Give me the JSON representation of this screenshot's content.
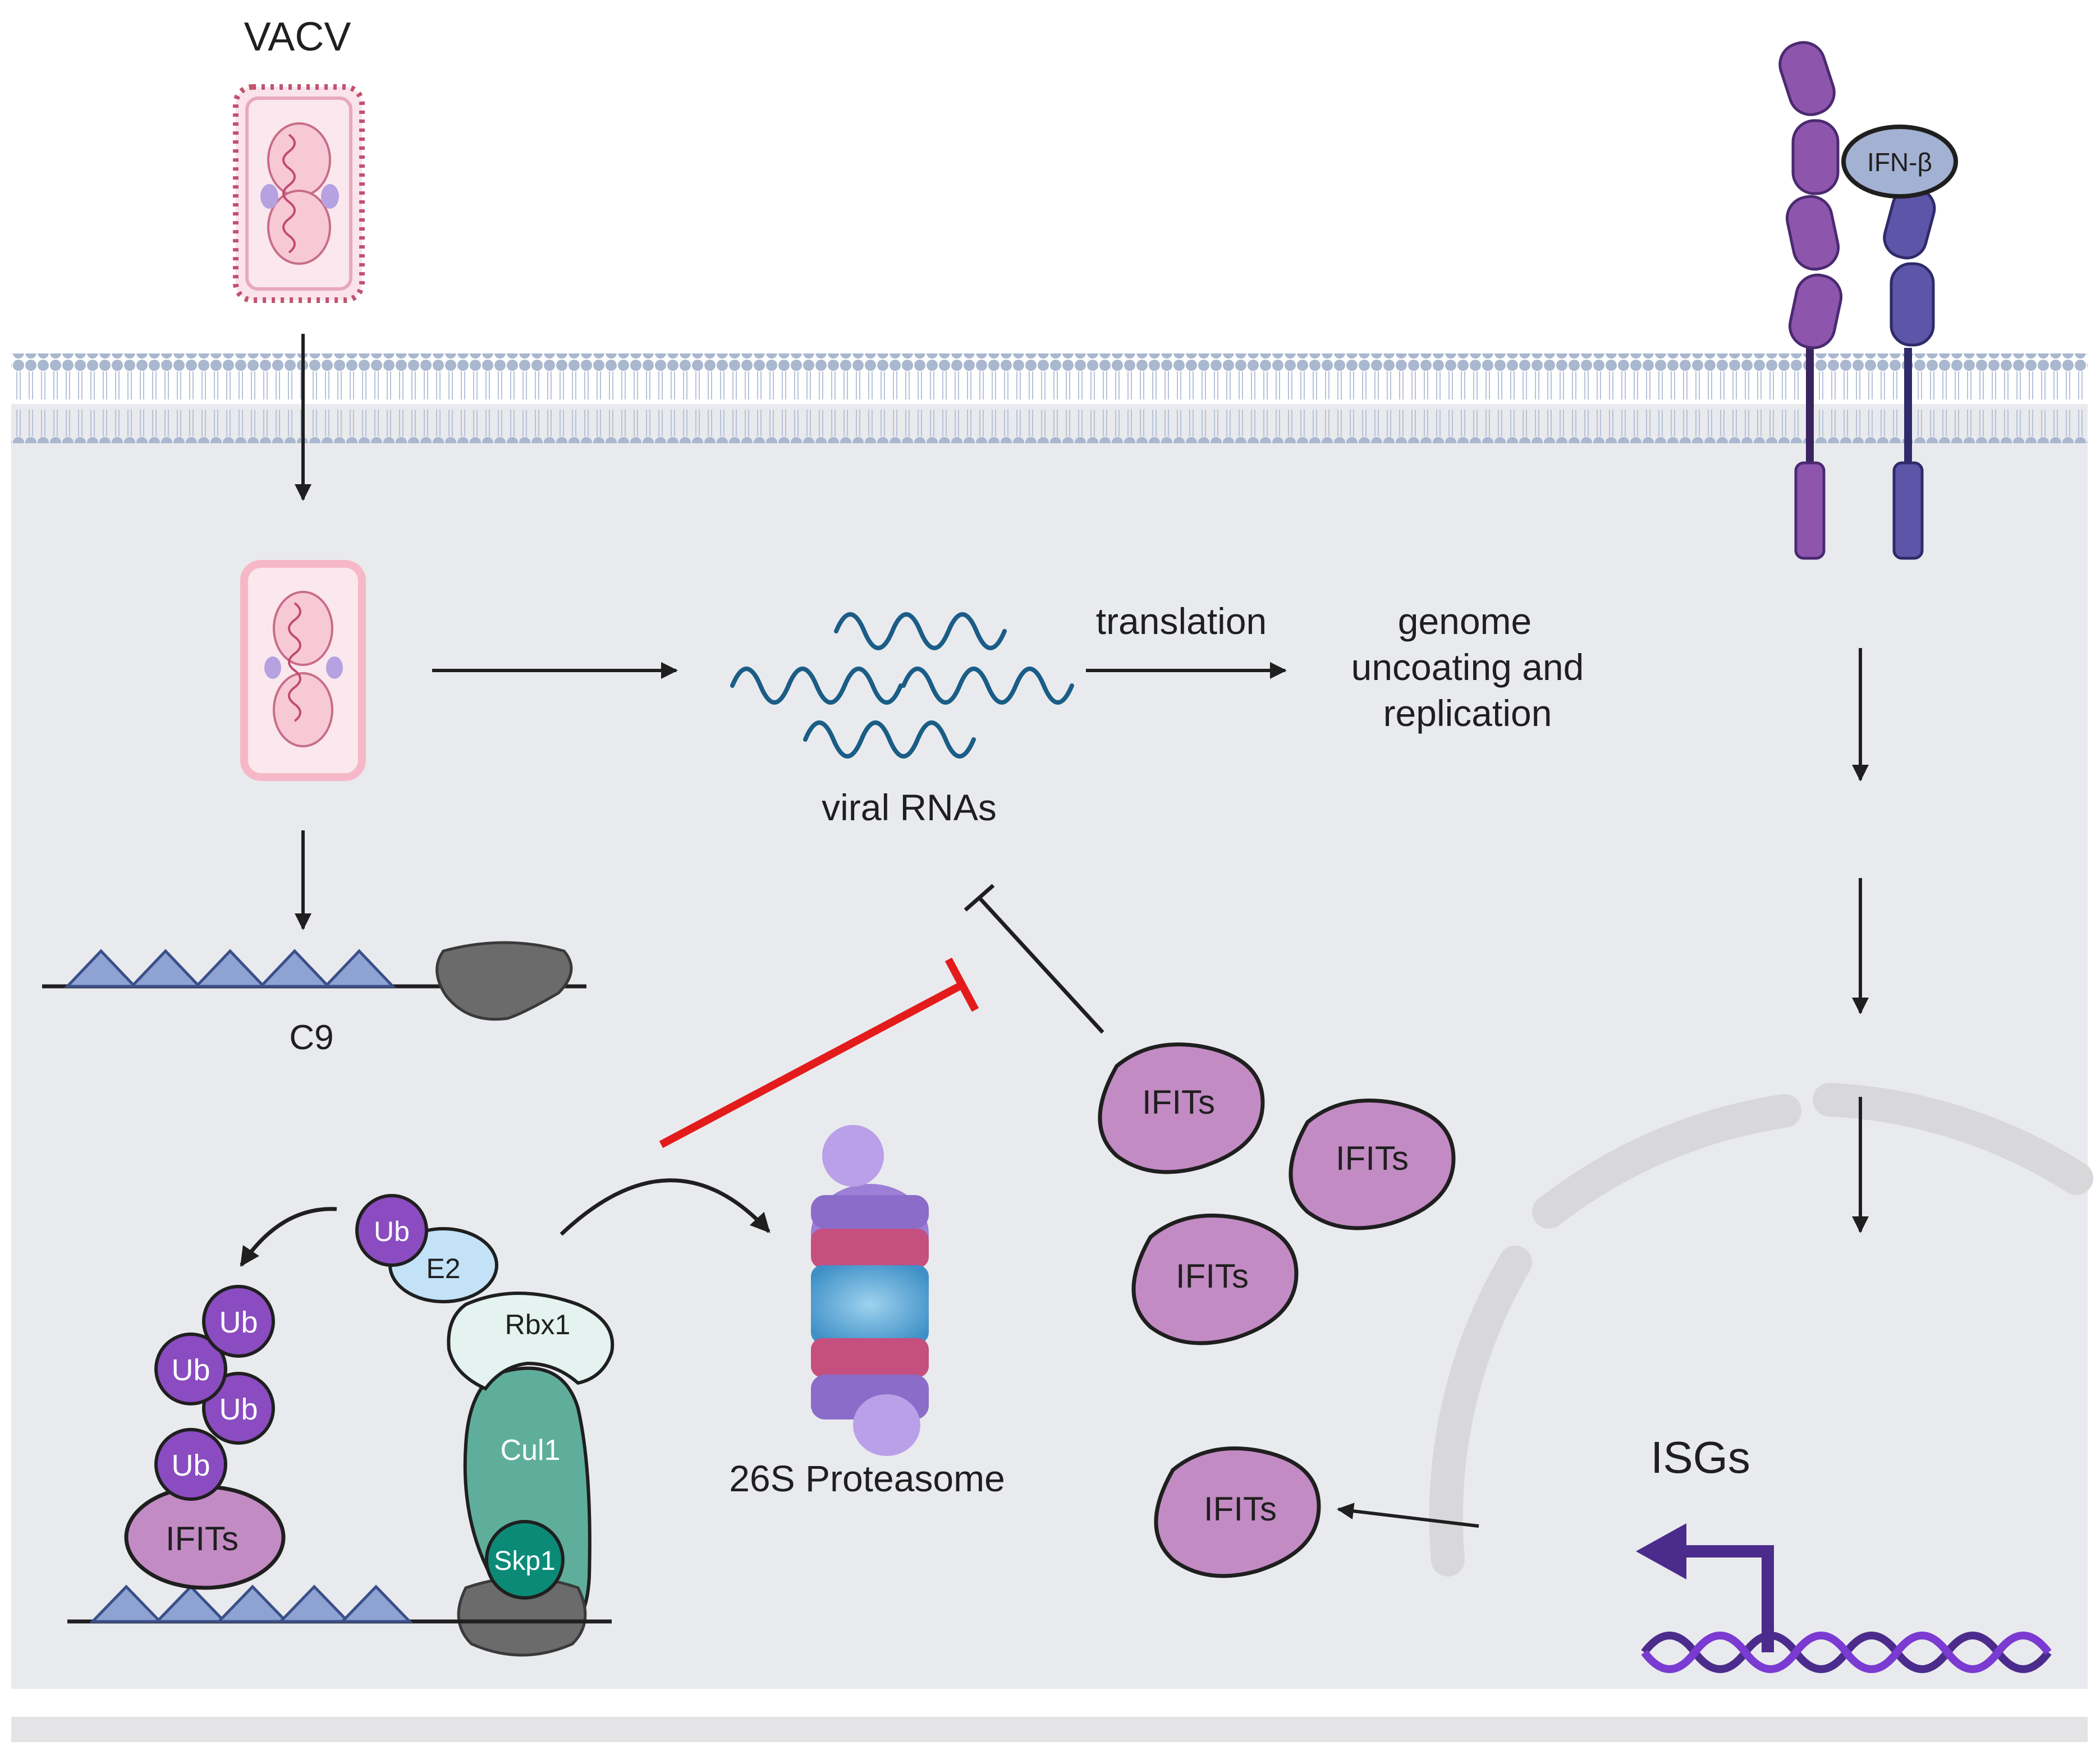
{
  "labels": {
    "vacv": "VACV",
    "ifn_beta": "IFN-β",
    "translation": "translation",
    "genome_line1": "genome",
    "genome_line2": "uncoating and",
    "genome_line3": "replication",
    "viral_rnas": "viral RNAs",
    "c9": "C9",
    "isgs": "ISGs",
    "proteasome": "26S Proteasome",
    "ifits": "IFITs",
    "ub": "Ub",
    "e2": "E2",
    "rbx1": "Rbx1",
    "cul1": "Cul1",
    "skp1": "Skp1"
  },
  "colors": {
    "cytoplasm": "#e9eaed",
    "membrane": "#a9b7cf",
    "ifit_fill": "#c38bc3",
    "ub_fill": "#8a4cc0",
    "inhibition_red": "#e31b1b",
    "triangle_fill": "#8ea3d2",
    "cul1_fill": "#5fae9b",
    "skp1_fill": "#0c8a78",
    "receptor_a": "#8e55ad",
    "receptor_b": "#5c55a8",
    "rna": "#1a5d86",
    "dna_purple": "#4b2c8c"
  },
  "icons": [
    "virion-icon",
    "uncoated-virion-icon",
    "rna-wave-icon",
    "receptor-icon",
    "proteasome-icon",
    "dna-helix-icon",
    "promoter-arrow-icon",
    "nucleus-outline-icon"
  ]
}
